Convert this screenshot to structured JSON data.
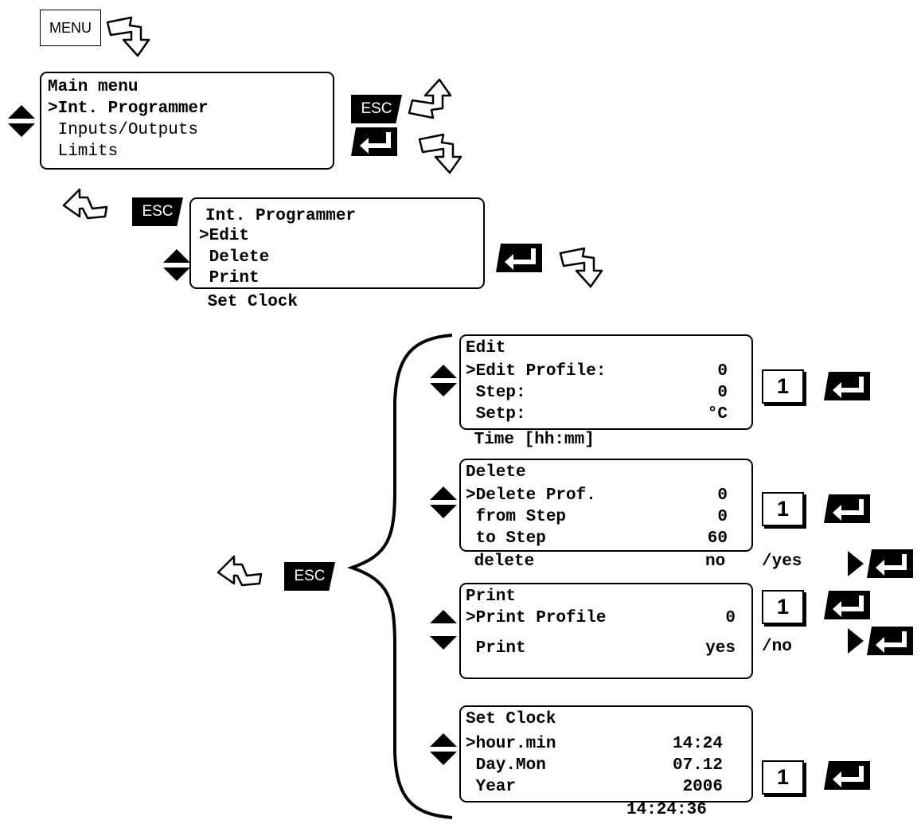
{
  "keys": {
    "menu": "MENU",
    "esc": "ESC",
    "one": "1"
  },
  "main_menu": {
    "title": "Main menu",
    "items": [
      ">Int. Programmer",
      " Inputs/Outputs",
      " Limits"
    ]
  },
  "int_programmer": {
    "title": "Int. Programmer",
    "items": [
      ">Edit",
      " Delete",
      " Print",
      " Set Clock"
    ]
  },
  "edit": {
    "title": "Edit",
    "rows": [
      {
        "label": ">Edit Profile:",
        "value": "0"
      },
      {
        "label": " Step:",
        "value": "0"
      },
      {
        "label": " Setp:",
        "value": "°C"
      }
    ],
    "below": " Time [hh:mm]"
  },
  "delete": {
    "title": "Delete",
    "rows": [
      {
        "label": ">Delete Prof.",
        "value": "0"
      },
      {
        "label": " from Step",
        "value": "0"
      },
      {
        "label": " to Step",
        "value": "60"
      }
    ],
    "below_label": " delete",
    "below_value": "no",
    "alt_option": "/yes"
  },
  "print": {
    "title": "Print",
    "rows": [
      {
        "label": ">Print Profile",
        "value": "0"
      },
      {
        "label": " Print",
        "value": "yes"
      }
    ],
    "alt_option": "/no"
  },
  "set_clock": {
    "title": "Set Clock",
    "rows": [
      {
        "label": ">hour.min",
        "value": "14:24"
      },
      {
        "label": " Day.Mon",
        "value": "07.12"
      },
      {
        "label": " Year",
        "value": "2006"
      }
    ],
    "below": "14:24:36"
  }
}
